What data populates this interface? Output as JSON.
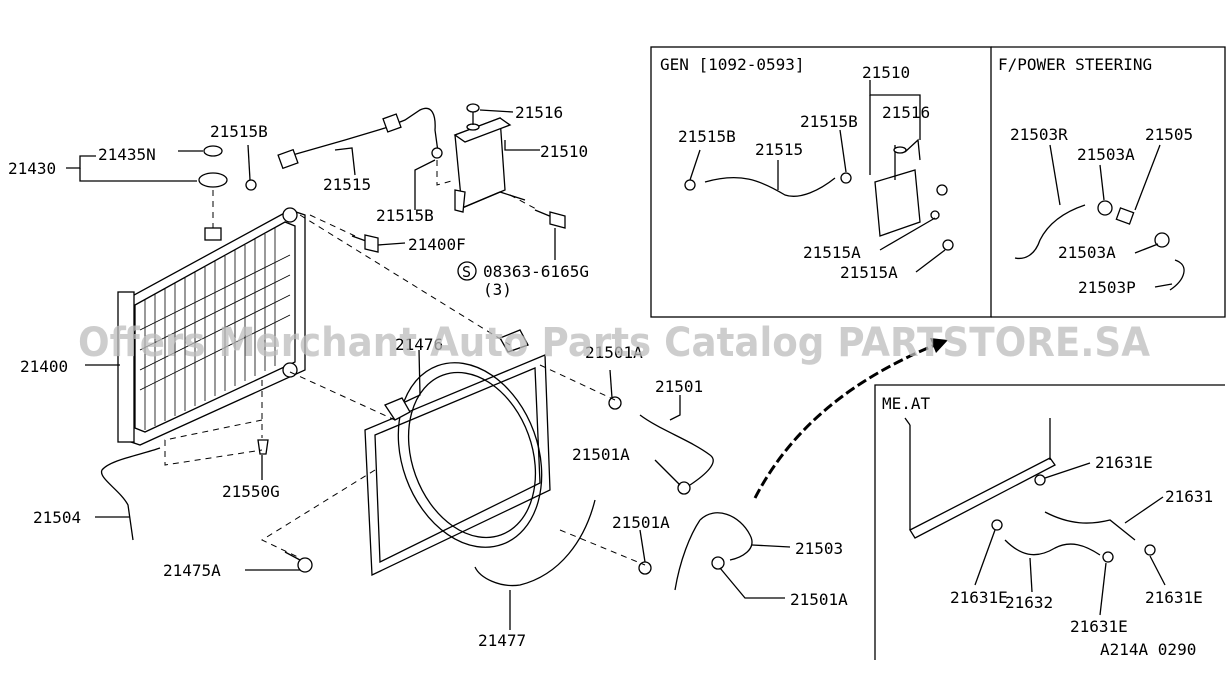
{
  "watermark": "Offers Merchant Auto Parts Catalog PARTSTORE.SA",
  "diagram_code": "A214A 0290",
  "main_labels": {
    "p21430": "21430",
    "p21435N": "21435N",
    "p21515B_top": "21515B",
    "p21515_top": "21515",
    "p21515B_mid": "21515B",
    "p21516_top": "21516",
    "p21510_top": "21510",
    "p21400F": "21400F",
    "p08363": "08363-6165G",
    "p08363_qty": "(3)",
    "p21400": "21400",
    "p21476": "21476",
    "p21550G": "21550G",
    "p21504": "21504",
    "p21475A": "21475A",
    "p21477": "21477",
    "p21501A_1": "21501A",
    "p21501": "21501",
    "p21501A_2": "21501A",
    "p21501A_3": "21501A",
    "p21503": "21503",
    "p21501A_4": "21501A",
    "s_symbol": "S"
  },
  "gen_panel": {
    "title": "GEN [1092-0593]",
    "p21510": "21510",
    "p21516": "21516",
    "p21515B_a": "21515B",
    "p21515": "21515",
    "p21515B_b": "21515B",
    "p21515A_a": "21515A",
    "p21515A_b": "21515A"
  },
  "ps_panel": {
    "title": "F/POWER STEERING",
    "p21503R": "21503R",
    "p21505": "21505",
    "p21503A_a": "21503A",
    "p21503A_b": "21503A",
    "p21503P": "21503P"
  },
  "meat_panel": {
    "title": "ME.AT",
    "p21631E_a": "21631E",
    "p21631": "21631",
    "p21631E_b": "21631E",
    "p21632": "21632",
    "p21631E_c": "21631E",
    "p21631E_d": "21631E"
  }
}
